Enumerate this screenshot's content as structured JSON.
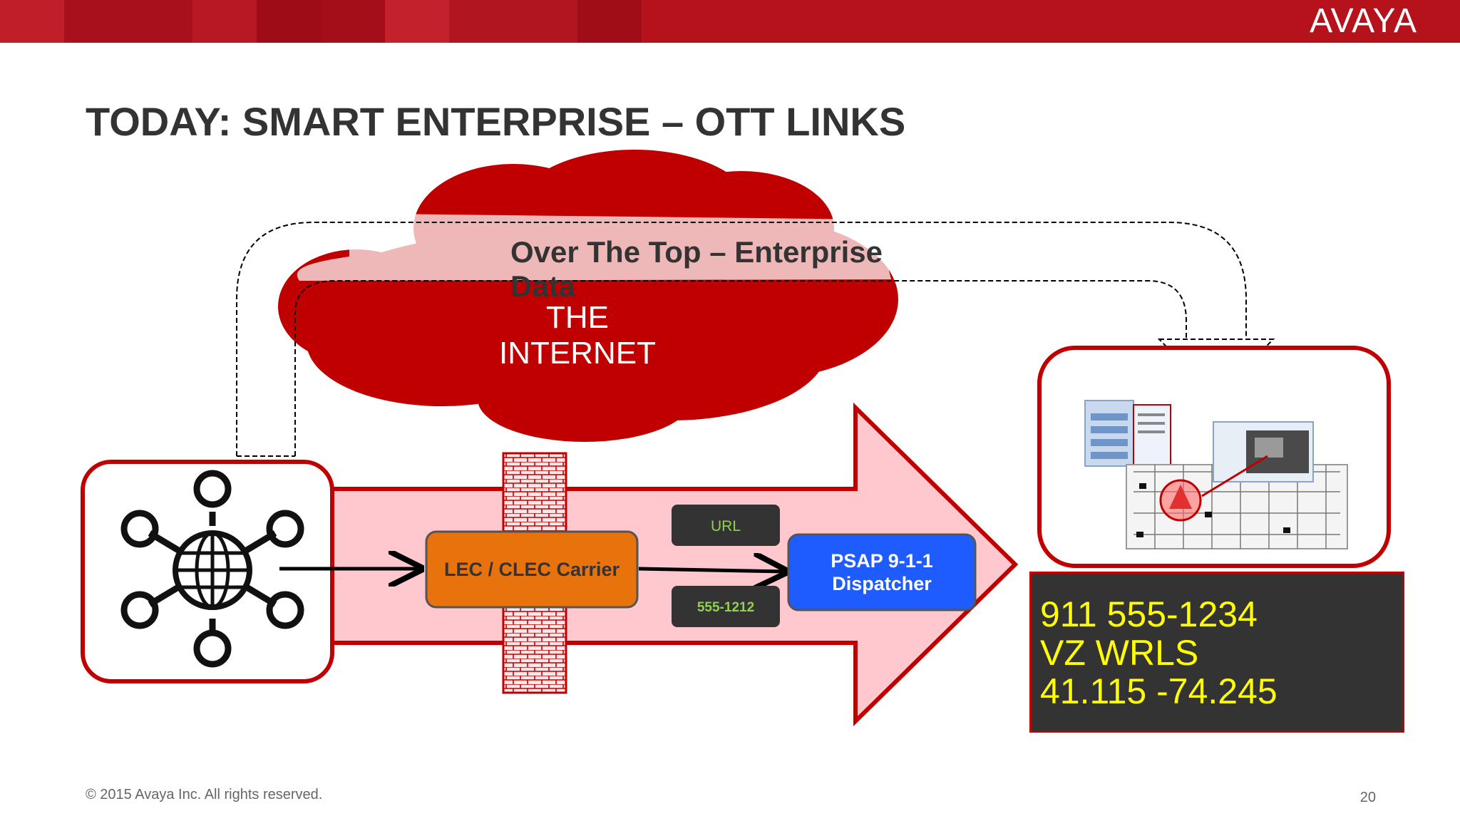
{
  "header": {
    "brand": "AVAYA",
    "colors": {
      "primary": "#b5121b",
      "dark": "#8c0b12"
    }
  },
  "title": "TODAY: SMART ENTERPRISE – OTT LINKS",
  "diagram": {
    "cloud_caption": "Over The Top – Enterprise Data",
    "cloud_label_line1": "THE",
    "cloud_label_line2": "INTERNET",
    "carrier_label": "LEC / CLEC Carrier",
    "psap_line1": "PSAP 9-1-1",
    "psap_line2": "Dispatcher",
    "url_tag": "URL",
    "number_tag": "555-1212",
    "icons": {
      "enterprise": "network-globe-icon",
      "dispatcher_screen": "floorplan-screenshot-icon",
      "firewall": "brick-firewall-icon"
    },
    "colors": {
      "cloud": "#c00000",
      "arrow_fill": "#ffc7ce",
      "carrier": "#e8730c",
      "psap": "#1f5cff",
      "tag_text_green": "#92d050",
      "info_text": "#ffff00"
    }
  },
  "info_box": {
    "line1": "911 555-1234",
    "line2": "VZ WRLS",
    "line3": "41.115 -74.245"
  },
  "footer": {
    "copyright": "© 2015 Avaya Inc. All rights reserved.",
    "page_number": "20"
  }
}
